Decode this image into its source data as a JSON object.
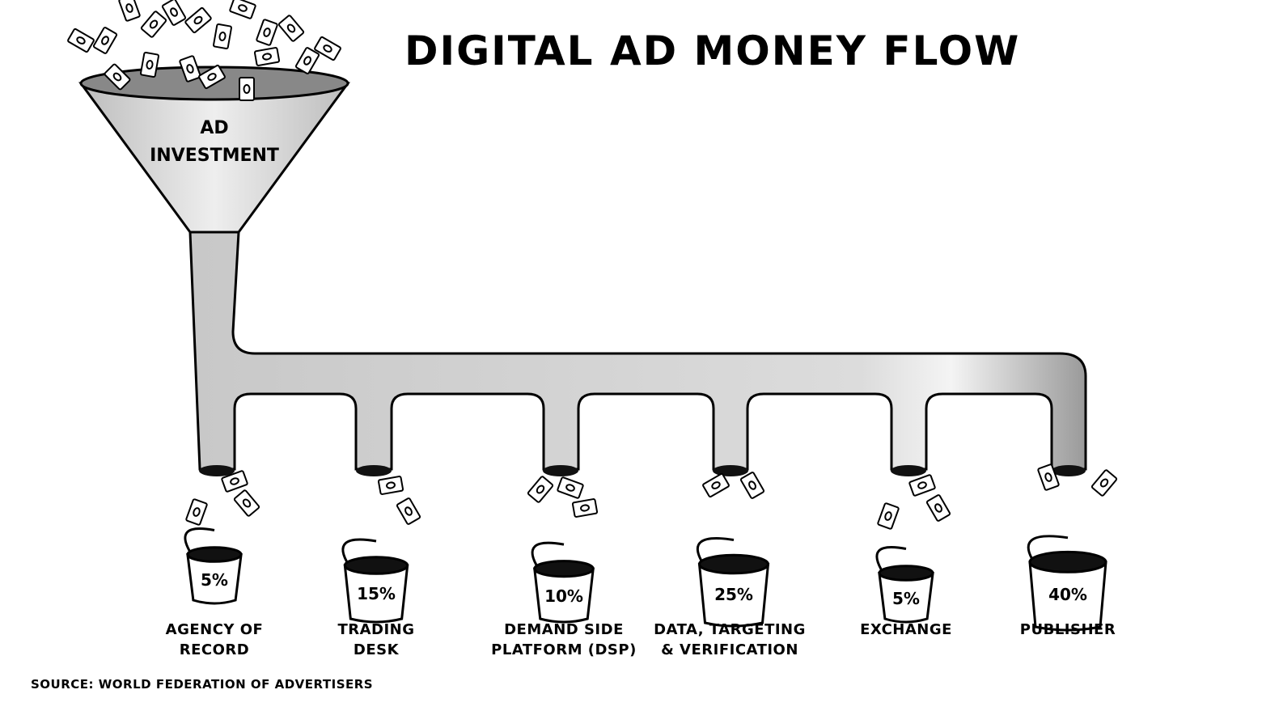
{
  "title": "DIGITAL AD MONEY FLOW",
  "funnel": {
    "line1": "AD",
    "line2": "INVESTMENT"
  },
  "stages": [
    {
      "line1": "AGENCY OF",
      "line2": "RECORD",
      "percent": "5%",
      "value": 5
    },
    {
      "line1": "TRADING",
      "line2": "DESK",
      "percent": "15%",
      "value": 15
    },
    {
      "line1": "DEMAND SIDE",
      "line2": "PLATFORM (DSP)",
      "percent": "10%",
      "value": 10
    },
    {
      "line1": "DATA, TARGETING",
      "line2": "& VERIFICATION",
      "percent": "25%",
      "value": 25
    },
    {
      "line1": "EXCHANGE",
      "line2": "",
      "percent": "5%",
      "value": 5
    },
    {
      "line1": "PUBLISHER",
      "line2": "",
      "percent": "40%",
      "value": 40
    }
  ],
  "source": "SOURCE: WORLD FEDERATION OF ADVERTISERS"
}
